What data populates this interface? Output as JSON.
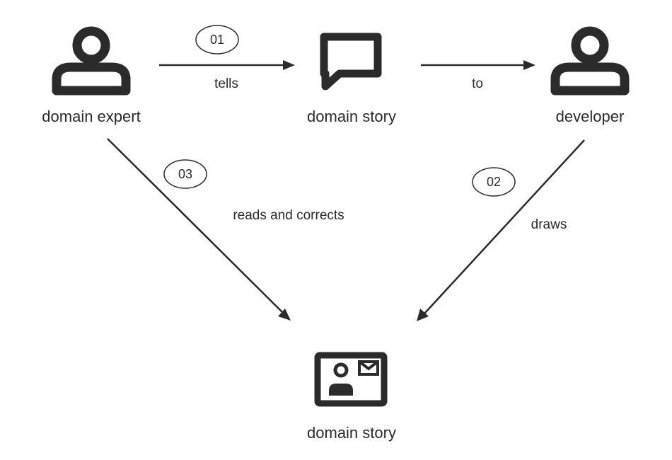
{
  "colors": {
    "ink": "#2b2b2b",
    "background": "#ffffff"
  },
  "nodes": {
    "domain_expert": {
      "label": "domain expert",
      "icon": "person-icon"
    },
    "domain_story_top": {
      "label": "domain story",
      "icon": "speech-bubble-icon"
    },
    "developer": {
      "label": "developer",
      "icon": "person-icon"
    },
    "domain_story_bottom": {
      "label": "domain story",
      "icon": "document-card-icon"
    }
  },
  "edges": {
    "tells": {
      "label": "tells",
      "step": "01"
    },
    "to": {
      "label": "to"
    },
    "draws": {
      "label": "draws",
      "step": "02"
    },
    "reads_and_corrects": {
      "label": "reads and corrects",
      "step": "03"
    }
  }
}
